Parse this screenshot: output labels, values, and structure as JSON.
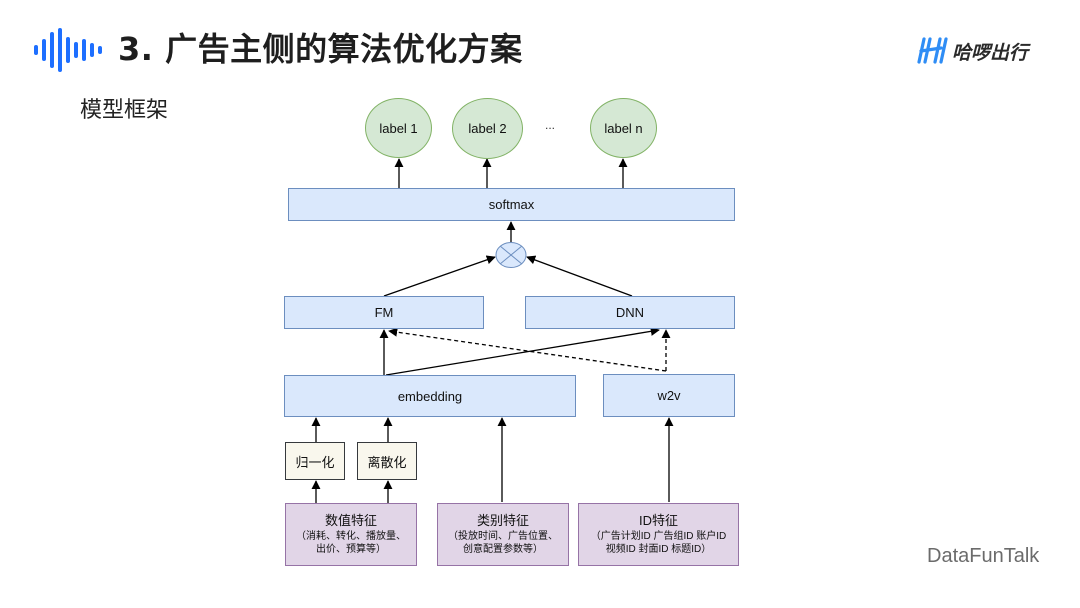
{
  "header": {
    "title": "3. 广告主侧的算法优化方案",
    "subtitle": "模型框架",
    "brand": "哈啰出行",
    "brand_logo_color": "#2f8df5",
    "accent_color": "#1e6fff"
  },
  "diagram": {
    "labels": [
      "label 1",
      "label 2",
      "label n"
    ],
    "ellipsis": "...",
    "softmax": "softmax",
    "fm": "FM",
    "dnn": "DNN",
    "embedding": "embedding",
    "w2v": "w2v",
    "normalize": "归一化",
    "discretize": "离散化",
    "features": {
      "numeric": {
        "title": "数值特征",
        "detail_1": "（消耗、转化、播放量、",
        "detail_2": "出价、预算等）"
      },
      "categorical": {
        "title": "类别特征",
        "detail_1": "（投放时间、广告位置、",
        "detail_2": "创意配置参数等）"
      },
      "id": {
        "title": "ID特征",
        "detail_1": "（广告计划ID 广告组ID  账户ID",
        "detail_2": "视频ID 封面ID 标题ID）"
      }
    }
  },
  "footer": {
    "watermark": "DataFunTalk"
  }
}
